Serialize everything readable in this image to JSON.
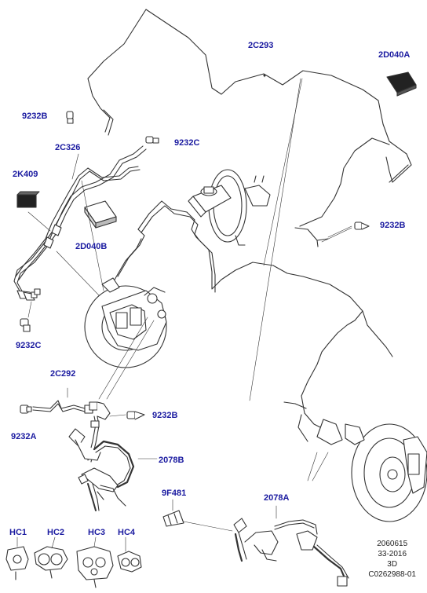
{
  "callouts": {
    "c_2C293": "2C293",
    "c_2D040A": "2D040A",
    "c_9232B_1": "9232B",
    "c_9232C_1": "9232C",
    "c_2C326": "2C326",
    "c_2K409": "2K409",
    "c_2D040B": "2D040B",
    "c_9232B_2": "9232B",
    "c_9232C_2": "9232C",
    "c_2C292": "2C292",
    "c_9232A": "9232A",
    "c_9232B_3": "9232B",
    "c_2078B": "2078B",
    "c_9F481": "9F481",
    "c_2078A": "2078A",
    "c_HC1": "HC1",
    "c_HC2": "HC2",
    "c_HC3": "HC3",
    "c_HC4": "HC4"
  },
  "meta": {
    "line1": "2060615",
    "line2": "33-2016",
    "line3": "3D",
    "line4": "C0262988-01"
  },
  "colors": {
    "callout": "#1a1aa0",
    "line": "#333333"
  }
}
